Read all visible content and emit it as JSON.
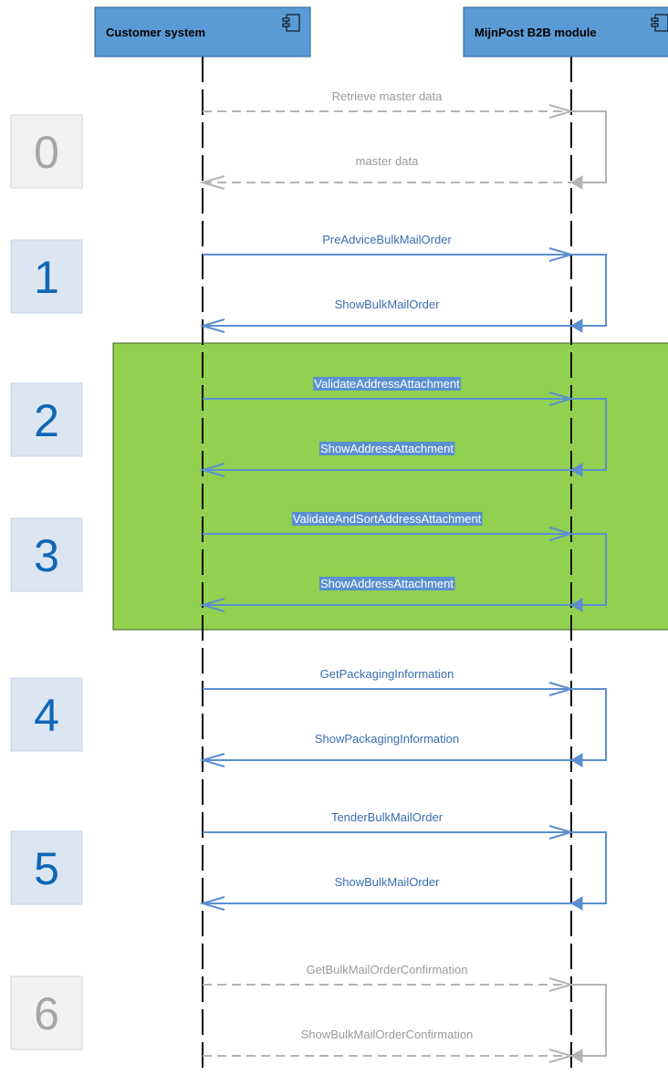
{
  "participants": [
    {
      "name": "Customer system"
    },
    {
      "name": "MijnPost B2B module"
    }
  ],
  "colors": {
    "header_fill": "#5b9bd5",
    "header_border": "#2e5f8c",
    "active": "#5b8fd0",
    "inactive": "#b4b4b4",
    "active_text": "#3a6db0",
    "inactive_text": "#9a9a9a",
    "step_active_fill": "#dce6f2",
    "step_active_text": "#0e66b6",
    "step_inactive_fill": "#f2f2f2",
    "step_inactive_text": "#a6a6a6",
    "highlight_fill": "#92d050",
    "highlight_border": "#3f5e1e"
  },
  "steps": [
    {
      "label": "0",
      "active": false,
      "request": "Retrieve master data",
      "response": "master data",
      "response_to": "customer"
    },
    {
      "label": "1",
      "active": true,
      "request": "PreAdviceBulkMailOrder",
      "response": "ShowBulkMailOrder",
      "response_to": "customer"
    },
    {
      "label": "2",
      "active": true,
      "highlighted": true,
      "request": "ValidateAddressAttachment",
      "response": "ShowAddressAttachment",
      "response_to": "customer"
    },
    {
      "label": "3",
      "active": true,
      "highlighted": true,
      "request": "ValidateAndSortAddressAttachment",
      "response": "ShowAddressAttachment",
      "response_to": "customer"
    },
    {
      "label": "4",
      "active": true,
      "request": "GetPackagingInformation",
      "response": "ShowPackagingInformation",
      "response_to": "customer"
    },
    {
      "label": "5",
      "active": true,
      "request": "TenderBulkMailOrder",
      "response": "ShowBulkMailOrder",
      "response_to": "customer"
    },
    {
      "label": "6",
      "active": false,
      "request": "GetBulkMailOrderConfirmation",
      "response": "ShowBulkMailOrderConfirmation",
      "response_to": "module"
    }
  ]
}
